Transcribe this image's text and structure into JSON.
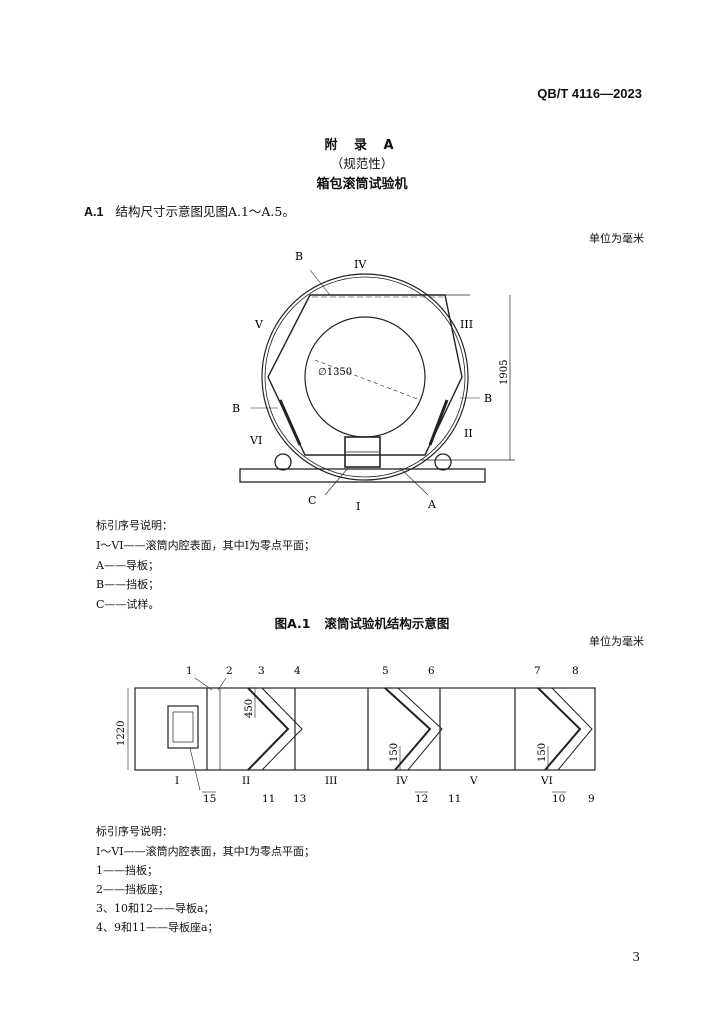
{
  "header": {
    "standard_code": "QB/T 4116—2023"
  },
  "annex": {
    "title": "附 录 A",
    "type": "（规范性）",
    "name": "箱包滚筒试验机"
  },
  "clause": {
    "number": "A.1",
    "text": "结构尺寸示意图见图A.1～A.5。"
  },
  "unit_note": "单位为毫米",
  "figure1": {
    "labels": {
      "B_top": "B",
      "IV": "IV",
      "V": "V",
      "III": "III",
      "diameter": "∅1350",
      "height": "1905",
      "B_left": "B",
      "B_right": "B",
      "VI": "VI",
      "II": "II",
      "C": "C",
      "I": "I",
      "A": "A"
    },
    "legend_title": "标引序号说明：",
    "legend": [
      "I～VI——滚筒内腔表面，其中I为零点平面；",
      "A——导板；",
      "B——挡板；",
      "C——试样。"
    ],
    "caption_num": "图A.1",
    "caption_text": "滚筒试验机结构示意图"
  },
  "figure2": {
    "unit_note": "单位为毫米",
    "labels": {
      "n1": "1",
      "n2": "2",
      "n3": "3",
      "n4": "4",
      "n5": "5",
      "n6": "6",
      "n7": "7",
      "n8": "8",
      "h1220": "1220",
      "d450": "450",
      "d150a": "150",
      "d150b": "150",
      "sI": "I",
      "sII": "II",
      "sIII": "III",
      "sIV": "IV",
      "sV": "V",
      "sVI": "VI",
      "n15": "15",
      "n11a": "11",
      "n13": "13",
      "n12": "12",
      "n11b": "11",
      "n10": "10",
      "n9": "9"
    },
    "legend_title": "标引序号说明：",
    "legend": [
      "I～VI——滚筒内腔表面，其中I为零点平面；",
      "1——挡板；",
      "2——挡板座；",
      "3、10和12——导板a；",
      "4、9和11——导板座a；"
    ]
  },
  "page_number": "3"
}
